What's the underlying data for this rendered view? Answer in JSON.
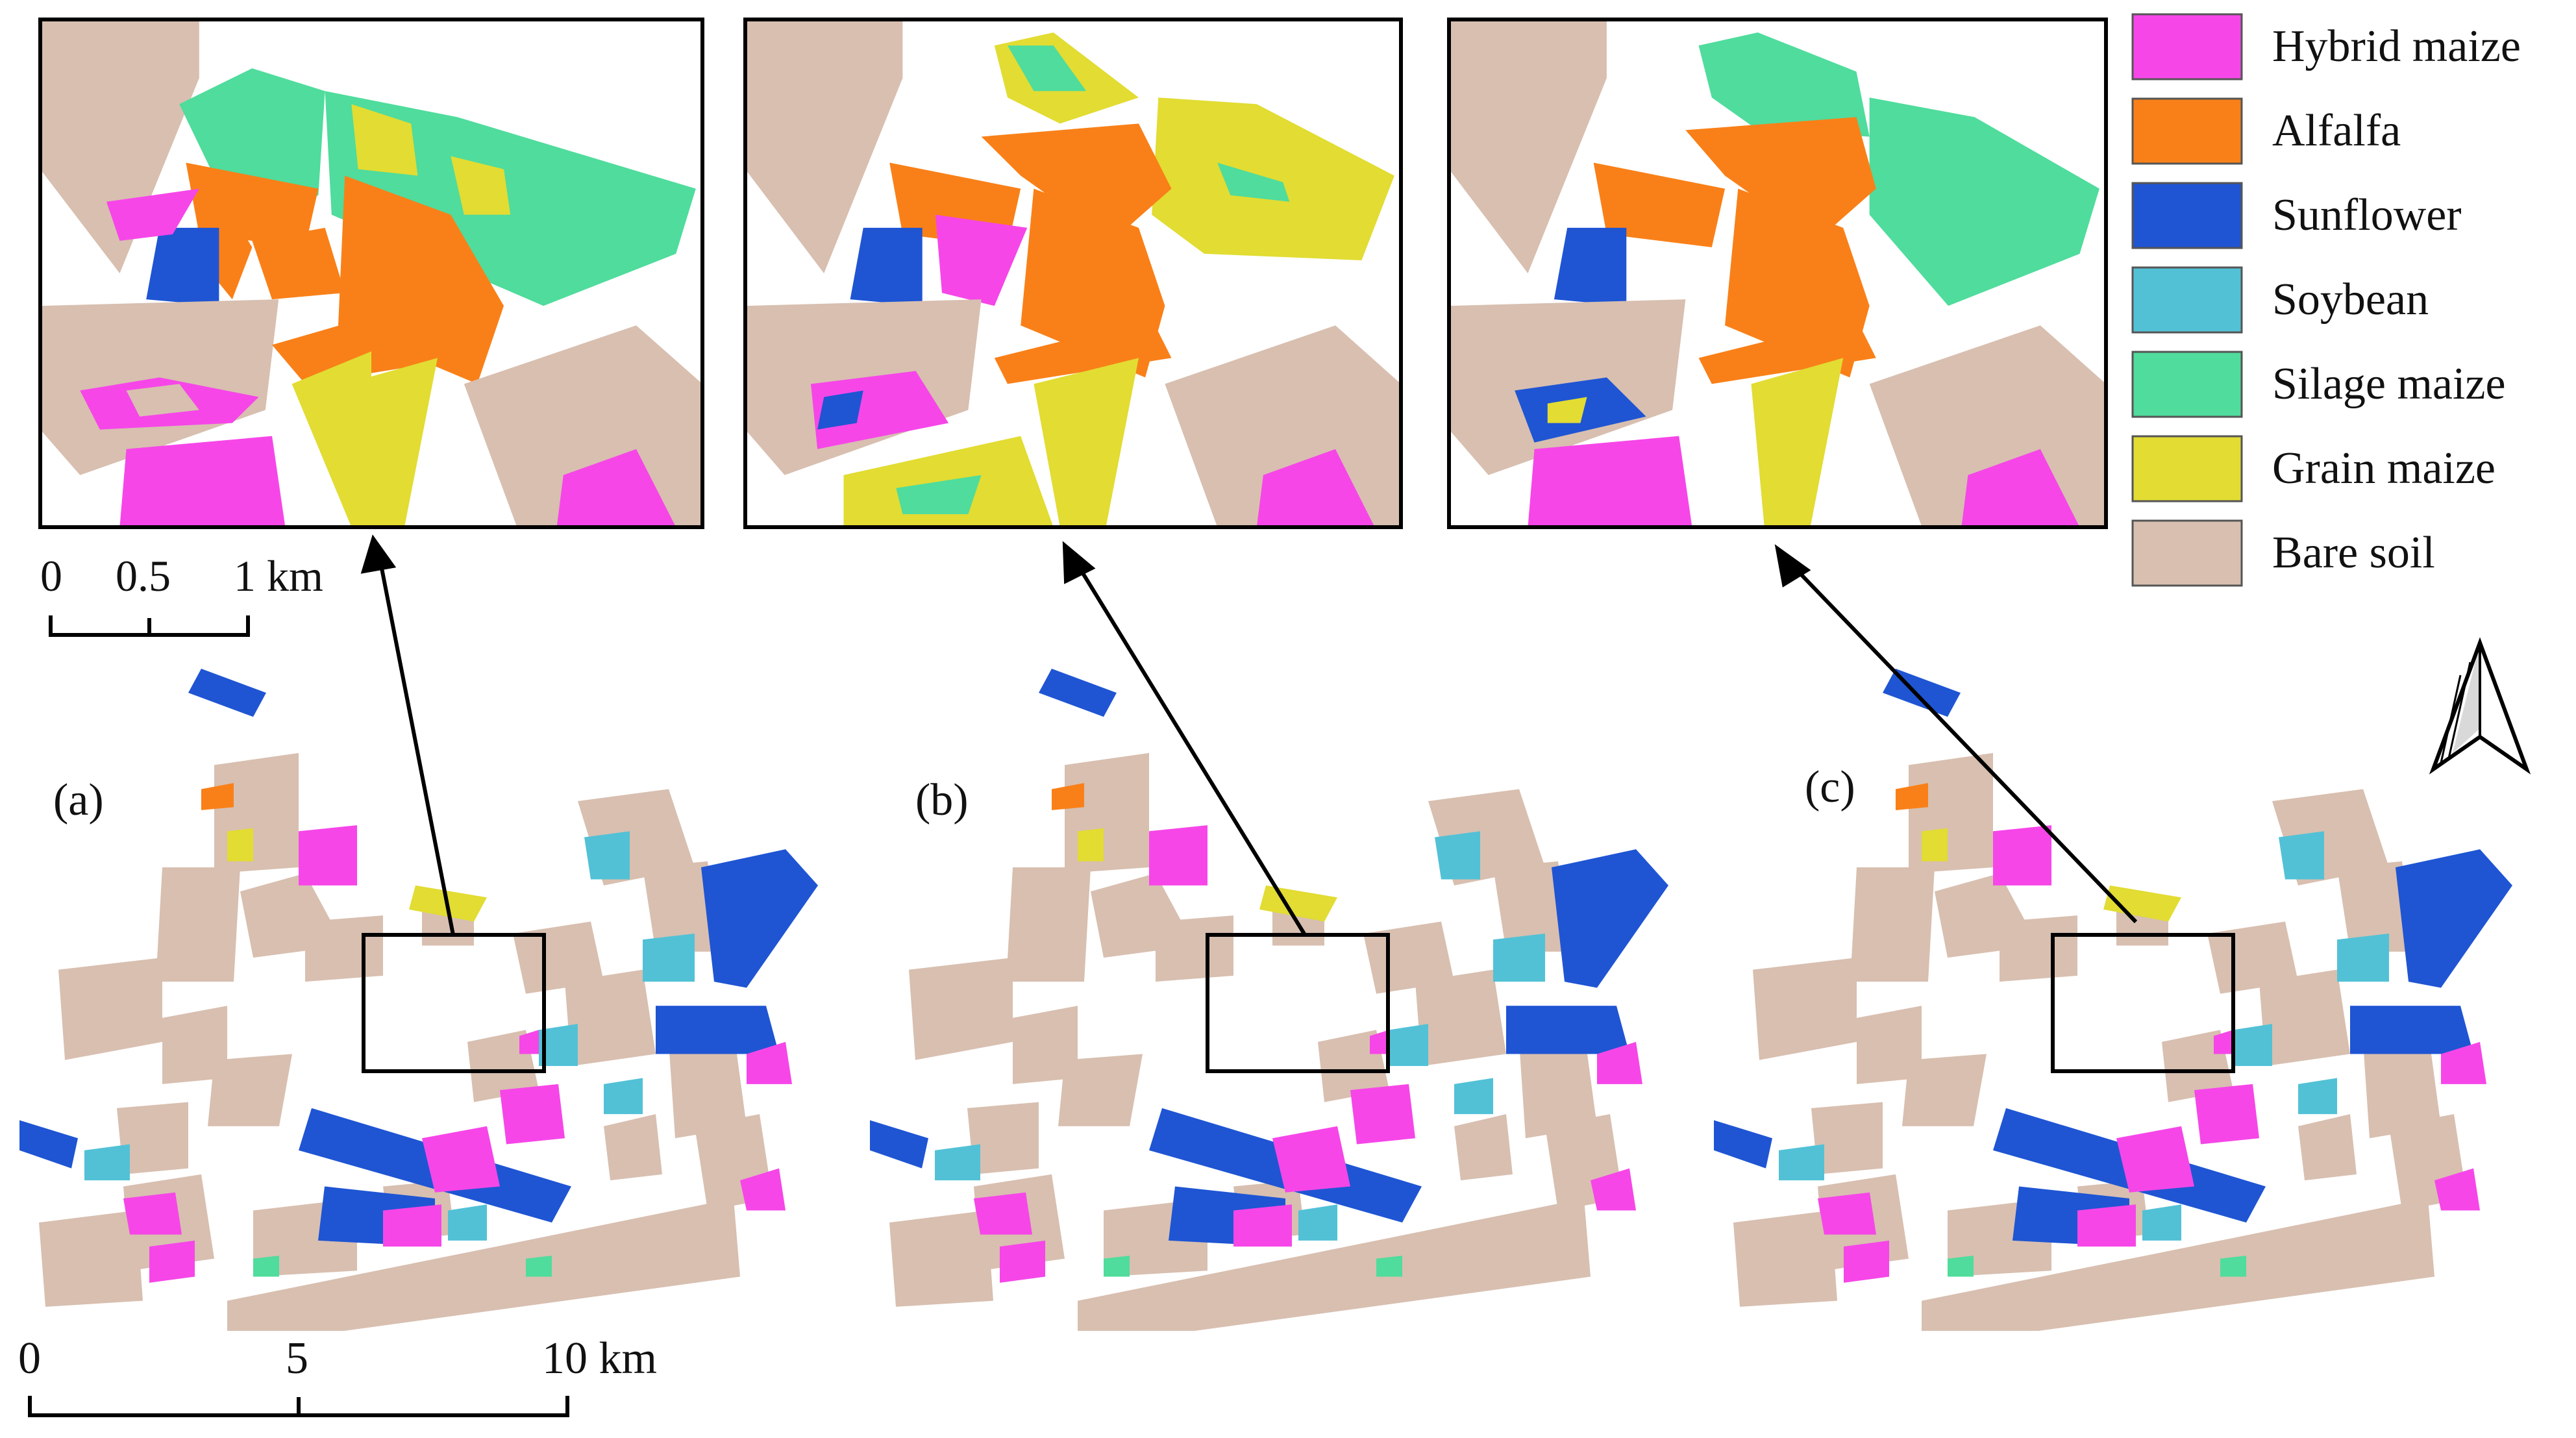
{
  "figure": {
    "panels": [
      {
        "id": "a",
        "label": "(a)"
      },
      {
        "id": "b",
        "label": "(b)"
      },
      {
        "id": "c",
        "label": "(c)"
      }
    ],
    "inset_scale_bar": {
      "ticks": [
        "0",
        "0.5",
        "1 km"
      ]
    },
    "main_scale_bar": {
      "ticks": [
        "0",
        "5",
        "10 km"
      ]
    },
    "north_arrow_icon": "north-arrow-icon",
    "legend": [
      {
        "label": "Hybrid maize",
        "color": "#f646e8"
      },
      {
        "label": "Alfalfa",
        "color": "#f98018"
      },
      {
        "label": "Sunflower",
        "color": "#1f55d3"
      },
      {
        "label": "Soybean",
        "color": "#52c1d6"
      },
      {
        "label": "Silage maize",
        "color": "#4fdc9c"
      },
      {
        "label": "Grain maize",
        "color": "#e2dc33"
      },
      {
        "label": "Bare soil",
        "color": "#d8bfb0"
      }
    ]
  }
}
